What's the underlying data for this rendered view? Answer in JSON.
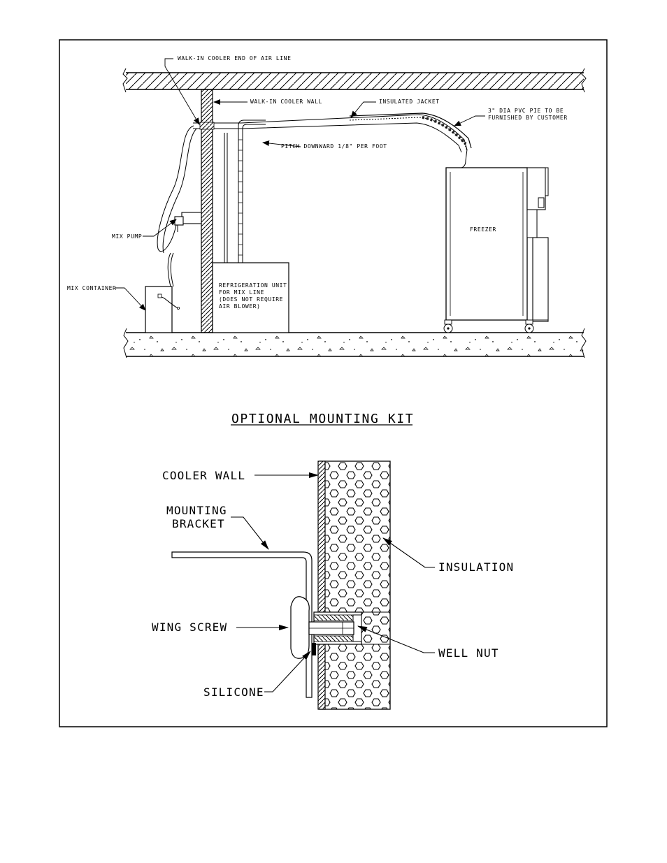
{
  "installation": {
    "labels": {
      "air_line_end": "WALK-IN COOLER END OF AIR LINE",
      "cooler_wall": "WALK-IN COOLER WALL",
      "insulated_jacket": "INSULATED JACKET",
      "pvc_pipe_line1": "3\" DIA PVC PIE TO BE",
      "pvc_pipe_line2": "FURNISHED BY CUSTOMER",
      "pitch": "PITCH DOWNWARD 1/8\" PER FOOT",
      "mix_pump": "MIX PUMP",
      "mix_container": "MIX CONTAINER",
      "refrigeration_line1": "REFRIGERATION UNIT",
      "refrigeration_line2": "FOR MIX LINE",
      "refrigeration_line3": "(DOES NOT REQUIRE",
      "refrigeration_line4": "AIR BLOWER)",
      "freezer": "FREEZER"
    }
  },
  "mounting_kit": {
    "title": "OPTIONAL MOUNTING KIT",
    "labels": {
      "cooler_wall": "COOLER WALL",
      "mounting_line1": "MOUNTING",
      "mounting_line2": "BRACKET",
      "insulation": "INSULATION",
      "wing_screw": "WING SCREW",
      "well_nut": "WELL NUT",
      "silicone": "SILICONE"
    }
  }
}
